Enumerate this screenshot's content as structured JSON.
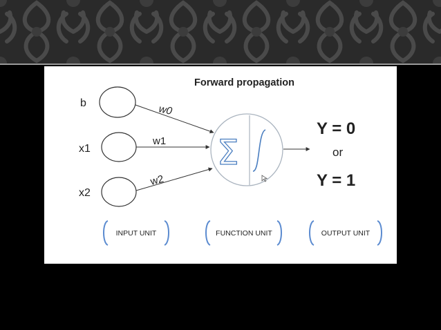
{
  "slide": {
    "title": "Forward propagation",
    "inputs": [
      {
        "label": "b",
        "weight": "w0"
      },
      {
        "label": "x1",
        "weight": "w1"
      },
      {
        "label": "x2",
        "weight": "w2"
      }
    ],
    "function_unit": {
      "sum_symbol": "Σ"
    },
    "outputs": {
      "first": "Y = 0",
      "separator": "or",
      "second": "Y = 1"
    },
    "units": {
      "input": "INPUT UNIT",
      "function": "FUNCTION UNIT",
      "output": "OUTPUT UNIT"
    }
  },
  "colors": {
    "node_stroke": "#333333",
    "function_stroke": "#aab4bf",
    "function_glyph": "#4a7ec0",
    "bracket": "#5b8bd0",
    "text": "#222222"
  }
}
